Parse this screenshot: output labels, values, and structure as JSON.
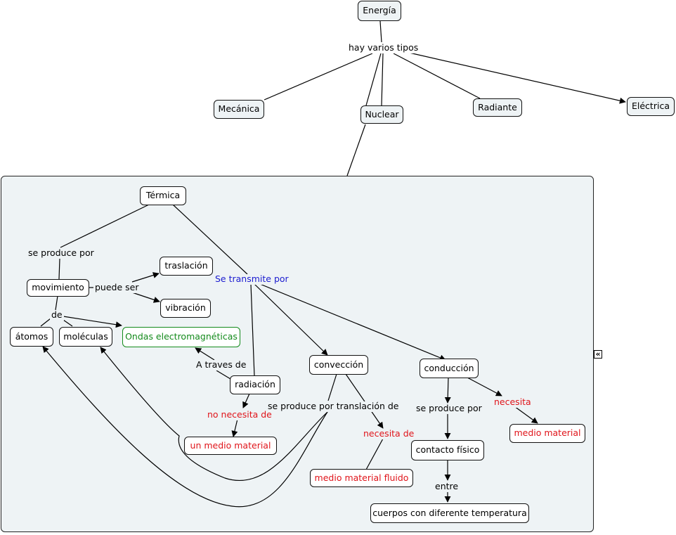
{
  "concepts": {
    "energia": "Energía",
    "mecanica": "Mecánica",
    "nuclear": "Nuclear",
    "radiante": "Radiante",
    "electrica": "Eléctrica",
    "termica": "Térmica",
    "traslacion": "traslación",
    "movimiento": "movimiento",
    "vibracion": "vibración",
    "atomos": "átomos",
    "moleculas": "moléculas",
    "ondas": "Ondas electromagnéticas",
    "conveccion": "convección",
    "conduccion": "conducción",
    "radiacion": "radiación",
    "un_medio_material": "un medio material",
    "medio_material_fluido": "medio material fluido",
    "contacto_fisico": "contacto físico",
    "medio_material": "medio material",
    "cuerpos": "cuerpos con diferente temperatura"
  },
  "links": {
    "hay_varios_tipos": "hay varios tipos",
    "se_produce_por_1": "se produce por",
    "puede_ser": "puede ser",
    "de": "de",
    "se_transmite_por": "Se transmite por",
    "a_traves_de": "A traves de",
    "no_necesita_de": "no necesita de",
    "se_produce_por_traslacion": "se produce por translación de",
    "necesita_de": "necesita de",
    "se_produce_por_2": "se produce por",
    "necesita": "necesita",
    "entre": "entre"
  },
  "collapse_icon": "«",
  "colors": {
    "group_fill": "#eef3f5",
    "red_text": "#e0141a",
    "green_text": "#138a1b",
    "blue_text": "#1b1bd0"
  }
}
